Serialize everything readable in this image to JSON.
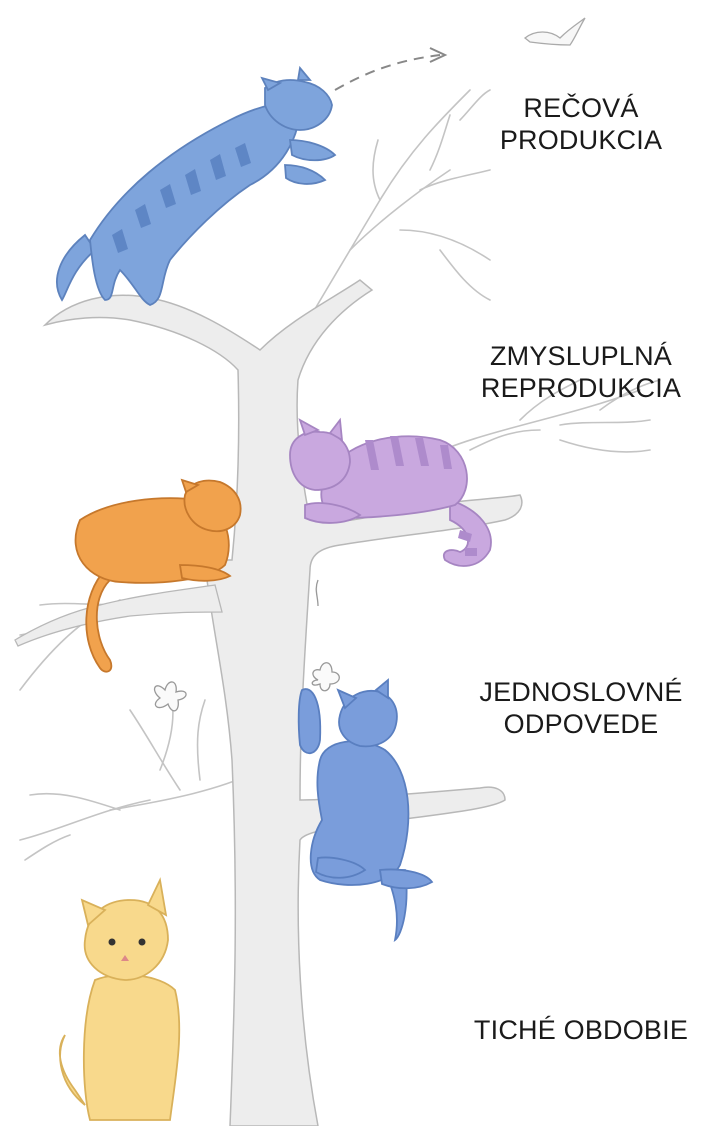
{
  "stages": [
    {
      "line1": "REČOVÁ",
      "line2": "PRODUKCIA"
    },
    {
      "line1": "ZMYSLUPLNÁ",
      "line2": "REPRODUKCIA"
    },
    {
      "line1": "JEDNOSLOVNÉ",
      "line2": "ODPOVEDE"
    },
    {
      "line1": "TICHÉ OBDOBIE",
      "line2": ""
    }
  ],
  "colors": {
    "tree_fill": "#ededed",
    "tree_stroke": "#b8b8b8",
    "cat_top": "#7ea4dc",
    "cat_purple": "#c9a8df",
    "cat_orange": "#f1a24d",
    "cat_blue_small": "#7a9ddb",
    "cat_yellow": "#f8d98c"
  }
}
